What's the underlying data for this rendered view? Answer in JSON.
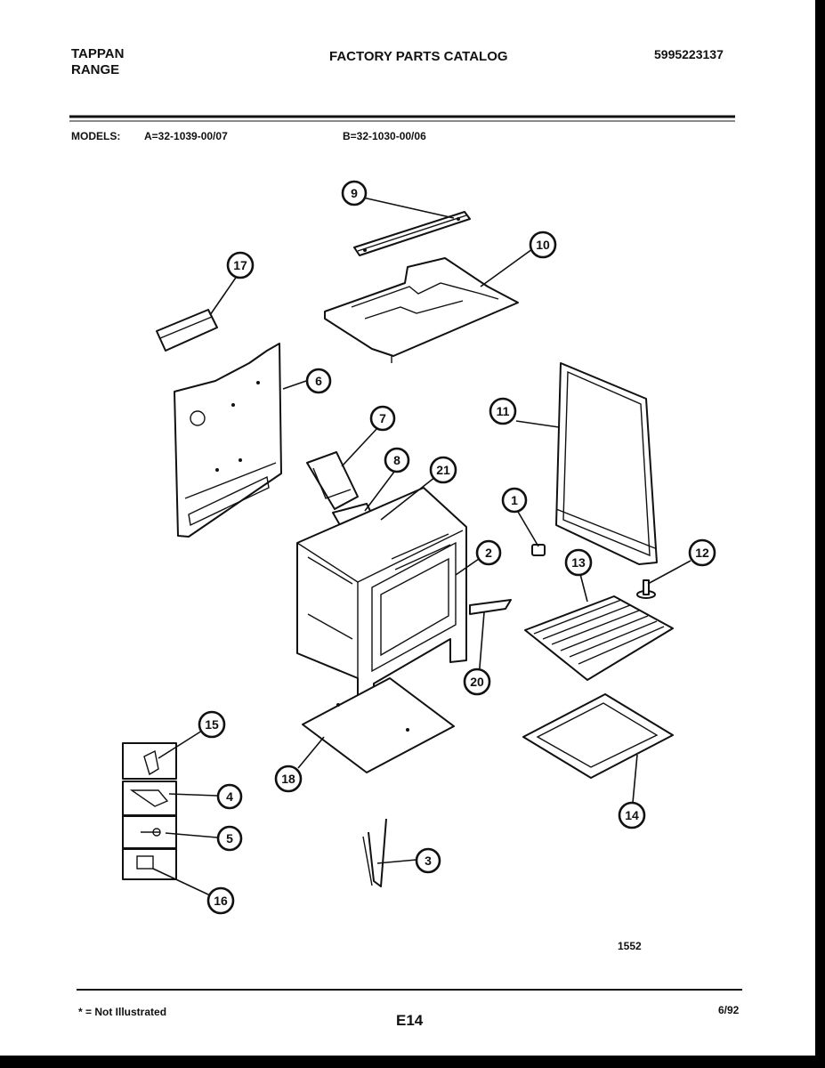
{
  "header": {
    "brand_line1": "TAPPAN",
    "brand_line2": "RANGE",
    "title": "FACTORY PARTS CATALOG",
    "catalog_number": "5995223137"
  },
  "models": {
    "label": "MODELS:",
    "model_a": "A=32-1039-00/07",
    "model_b": "B=32-1030-00/06"
  },
  "callouts": [
    "9",
    "10",
    "17",
    "6",
    "7",
    "8",
    "21",
    "11",
    "1",
    "2",
    "12",
    "13",
    "20",
    "15",
    "4",
    "5",
    "16",
    "18",
    "14",
    "3"
  ],
  "footer": {
    "drawing_number": "1552",
    "note": "* = Not Illustrated",
    "page": "E14",
    "date": "6/92"
  }
}
